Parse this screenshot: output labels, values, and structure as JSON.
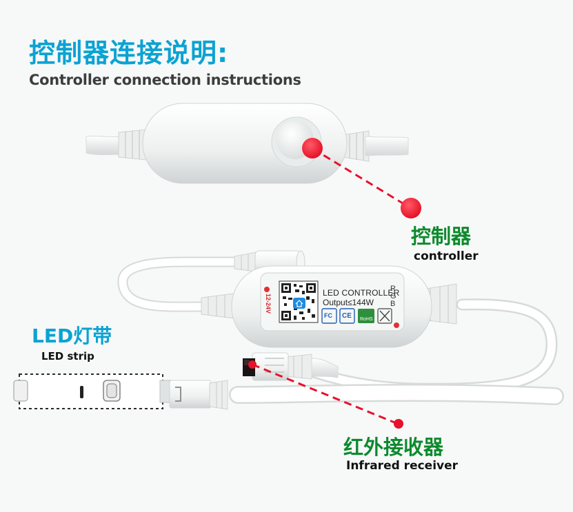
{
  "header": {
    "title_cn": "控制器连接说明:",
    "title_en": "Controller connection instructions"
  },
  "labels": {
    "controller_cn": "控制器",
    "controller_en": "controller",
    "led_strip_cn": "LED灯带",
    "led_strip_en": "LED strip",
    "ir_cn": "红外接收器",
    "ir_en": "Infrared receiver"
  },
  "device": {
    "line1": "LED CONTROLLER",
    "line2": "Output≤144W",
    "voltage": "12-24V",
    "rgb": "R G B",
    "rohs": "RoHS",
    "ce": "CE",
    "fc": "FC"
  },
  "colors": {
    "title_blue": "#0aa3d3",
    "label_green": "#0c8a2d",
    "marker_red": "#e8102a"
  }
}
